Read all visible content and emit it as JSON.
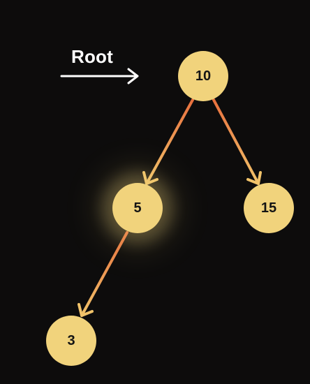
{
  "root_label": "Root",
  "colors": {
    "background": "#0d0c0c",
    "node_fill": "#f1d37c",
    "node_text": "#141414",
    "edge_start": "#e8703e",
    "edge_end": "#f1c36a",
    "root_arrow": "#ffffff"
  },
  "nodes": [
    {
      "id": "n10",
      "value": "10",
      "highlighted": false
    },
    {
      "id": "n5",
      "value": "5",
      "highlighted": true
    },
    {
      "id": "n15",
      "value": "15",
      "highlighted": false
    },
    {
      "id": "n3",
      "value": "3",
      "highlighted": false
    }
  ],
  "edges": [
    {
      "from": "10",
      "to": "5"
    },
    {
      "from": "10",
      "to": "15"
    },
    {
      "from": "5",
      "to": "3"
    }
  ]
}
